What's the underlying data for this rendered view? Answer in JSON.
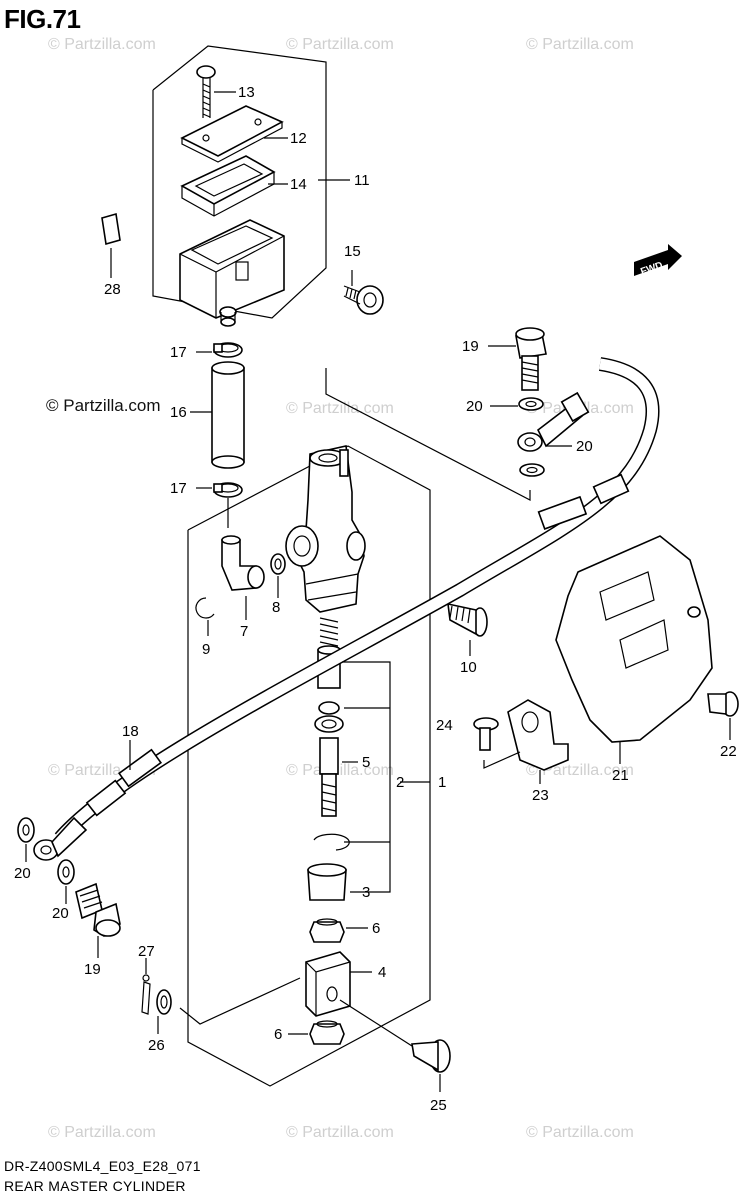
{
  "figure": {
    "title": "FIG.71"
  },
  "footer": {
    "model_code": "DR-Z400SML4_E03_E28_071",
    "caption": "REAR MASTER CYLINDER"
  },
  "watermark": {
    "text": "© Partzilla.com",
    "prominent_text": "© Partzilla.com"
  },
  "badge": {
    "fwd_label": "FWD"
  },
  "callouts": {
    "c1": "1",
    "c2": "2",
    "c3": "3",
    "c4": "4",
    "c5": "5",
    "c6a": "6",
    "c6b": "6",
    "c7": "7",
    "c8": "8",
    "c9": "9",
    "c10": "10",
    "c11": "11",
    "c12": "12",
    "c13": "13",
    "c14": "14",
    "c15": "15",
    "c16": "16",
    "c17a": "17",
    "c17b": "17",
    "c18": "18",
    "c19a": "19",
    "c19b": "19",
    "c20a": "20",
    "c20b": "20",
    "c20c": "20",
    "c20d": "20",
    "c21": "21",
    "c22": "22",
    "c23": "23",
    "c24": "24",
    "c25": "25",
    "c26": "26",
    "c27": "27",
    "c28": "28"
  }
}
